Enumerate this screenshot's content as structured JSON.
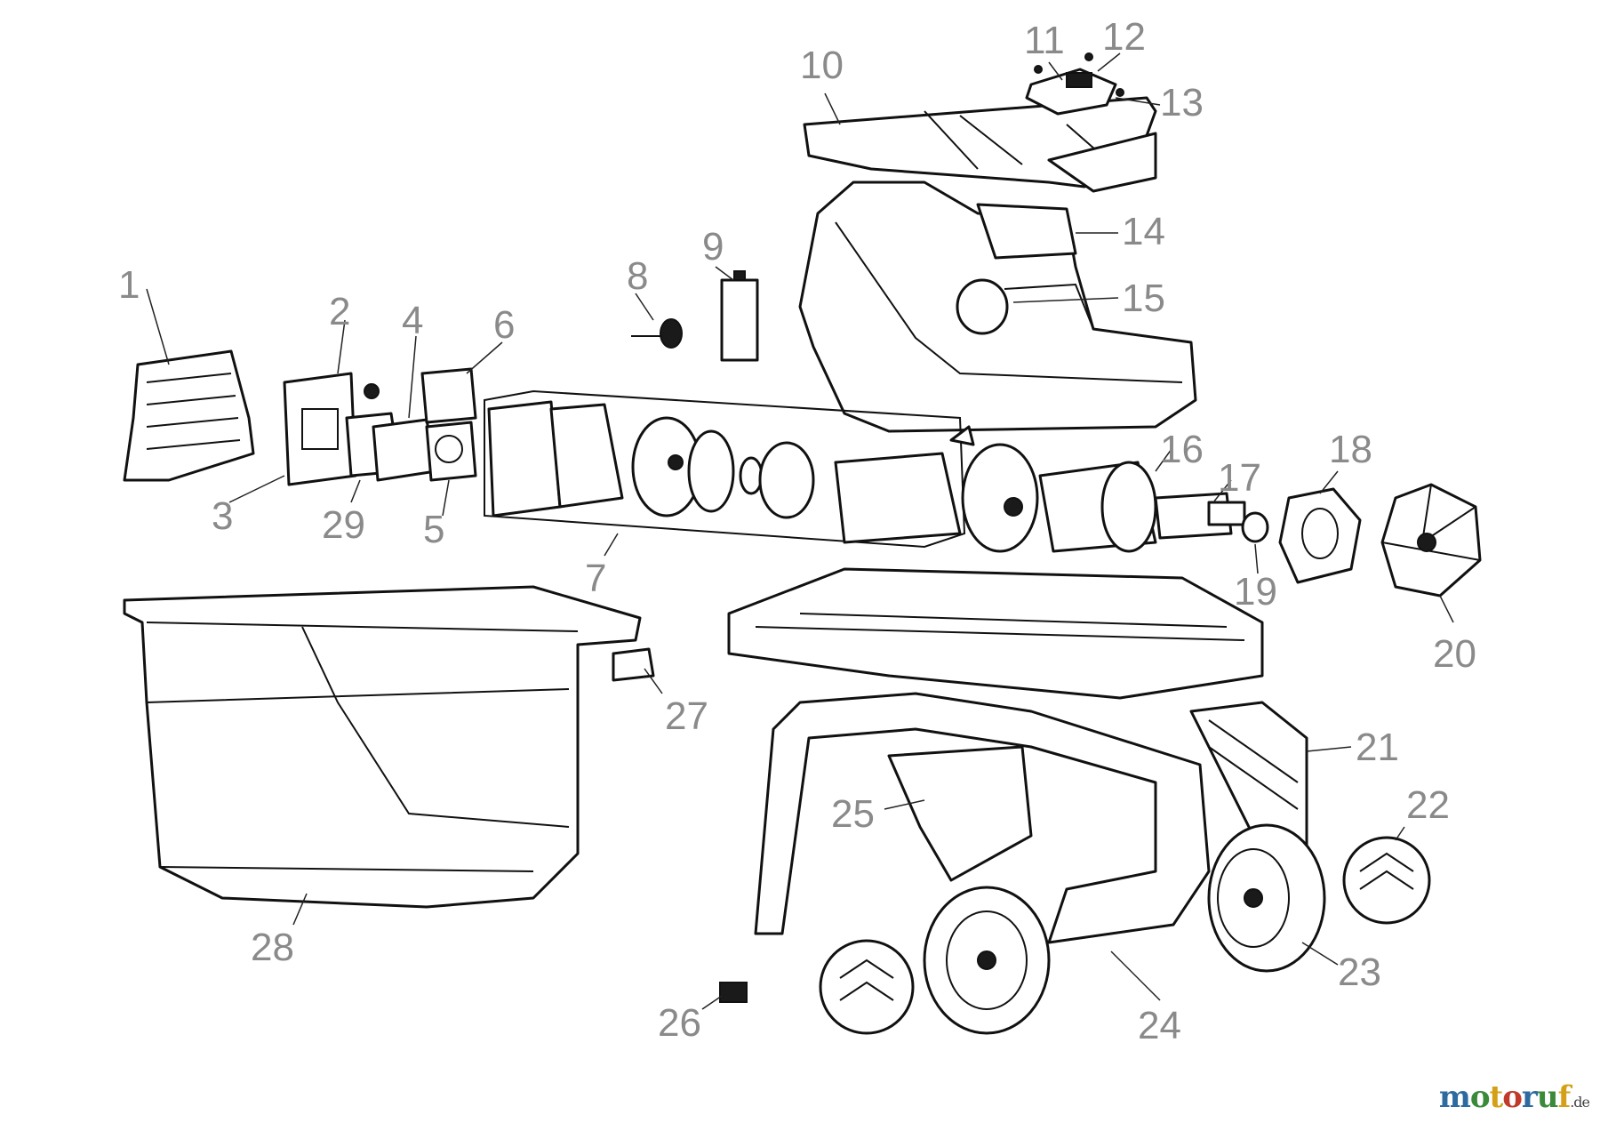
{
  "callouts": [
    "1",
    "2",
    "3",
    "4",
    "5",
    "6",
    "7",
    "8",
    "9",
    "10",
    "11",
    "12",
    "13",
    "14",
    "15",
    "16",
    "17",
    "18",
    "19",
    "20",
    "21",
    "22",
    "23",
    "24",
    "25",
    "26",
    "27",
    "28",
    "29"
  ],
  "logo": {
    "text": "motoruf",
    "suffix": ".de",
    "letters": [
      {
        "ch": "m",
        "color": "#2d6a9f"
      },
      {
        "ch": "o",
        "color": "#3a8a3a"
      },
      {
        "ch": "t",
        "color": "#d4a017"
      },
      {
        "ch": "o",
        "color": "#c0392b"
      },
      {
        "ch": "r",
        "color": "#2d6a9f"
      },
      {
        "ch": "u",
        "color": "#3a8a3a"
      },
      {
        "ch": "f",
        "color": "#d4a017"
      }
    ]
  },
  "colors": {
    "callout": "#8a8a8a",
    "line": "#111111"
  }
}
